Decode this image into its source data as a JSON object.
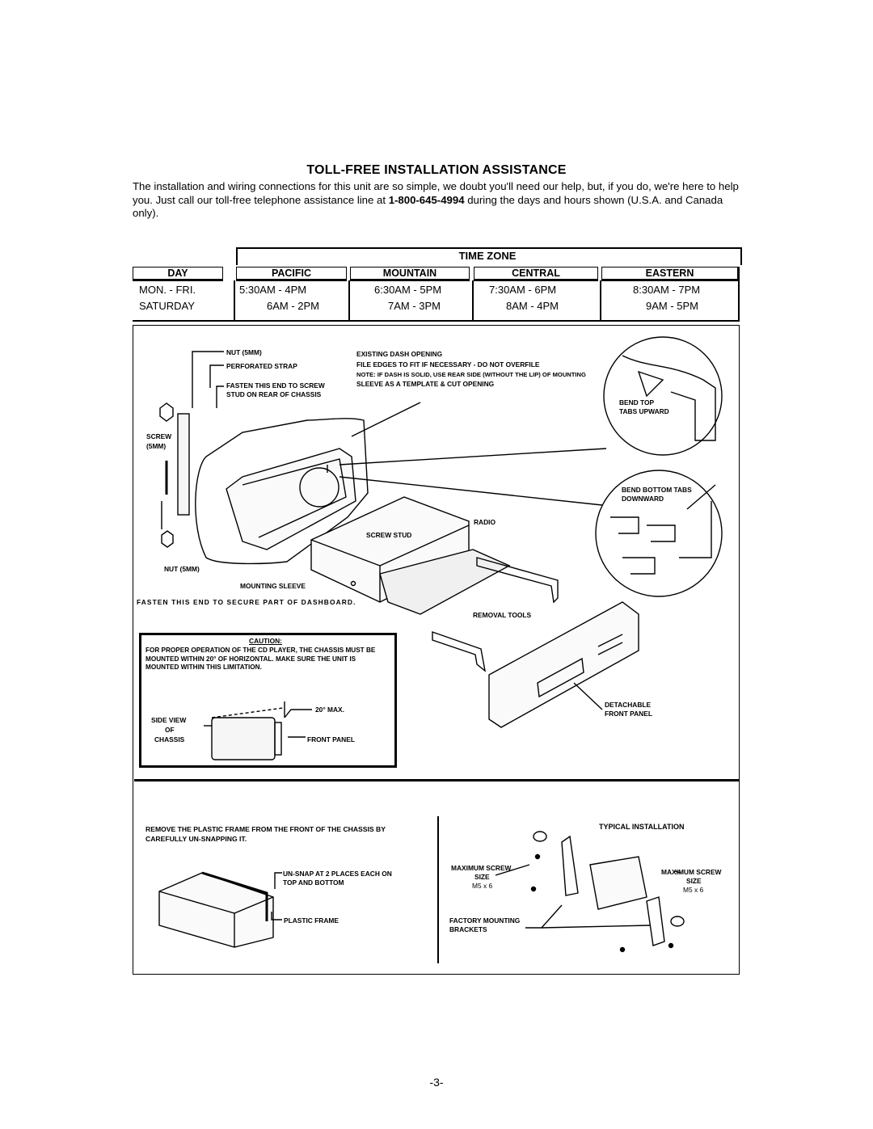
{
  "title": "TOLL-FREE INSTALLATION ASSISTANCE",
  "intro": {
    "part1": "The installation and wiring connections for this unit are so simple, we doubt you'll need our help, but, if you do, we're here to help you. Just call our toll-free telephone assistance line at ",
    "phone": "1-800-645-4994",
    "part2": " during the days and hours shown (U.S.A. and Canada only)."
  },
  "schedule": {
    "group_header": "TIME ZONE",
    "headers": [
      "DAY",
      "PACIFIC",
      "MOUNTAIN",
      "CENTRAL",
      "EASTERN"
    ],
    "rows": [
      [
        "MON. - FRI.",
        "5:30AM - 4PM",
        "6:30AM - 5PM",
        "7:30AM - 6PM",
        "8:30AM - 7PM"
      ],
      [
        "SATURDAY",
        "6AM - 2PM",
        "7AM - 3PM",
        "8AM - 4PM",
        "9AM - 5PM"
      ]
    ]
  },
  "diagram": {
    "labels": {
      "nut_top": "NUT (5MM)",
      "perforated_strap": "PERFORATED STRAP",
      "fasten_screw_1": "FASTEN THIS END TO SCREW",
      "fasten_screw_2": "STUD ON REAR OF CHASSIS",
      "existing_dash": "EXISTING DASH OPENING",
      "file_edges": "FILE EDGES TO FIT IF NECESSARY - DO NOT OVERFILE",
      "note_1": "NOTE: IF DASH IS SOLID, USE REAR SIDE (WITHOUT THE LIP) OF MOUNTING",
      "note_2": "SLEEVE AS A TEMPLATE & CUT OPENING",
      "bend_top_1": "BEND TOP",
      "bend_top_2": "TABS UPWARD",
      "screw_1": "SCREW",
      "screw_2": "(5MM)",
      "bend_bottom_1": "BEND BOTTOM TABS",
      "bend_bottom_2": "DOWNWARD",
      "radio": "RADIO",
      "screw_stud": "SCREW  STUD",
      "nut_bottom": "NUT (5MM)",
      "mounting_sleeve": "MOUNTING SLEEVE",
      "fasten_dashboard": "FASTEN THIS END TO SECURE PART OF DASHBOARD.",
      "removal_tools": "REMOVAL TOOLS",
      "detachable_1": "DETACHABLE",
      "detachable_2": "FRONT PANEL",
      "max_angle": "20° MAX.",
      "side_view_1": "SIDE VIEW",
      "side_view_2": "OF",
      "side_view_3": "CHASSIS",
      "front_panel": "FRONT PANEL"
    },
    "caution": {
      "title": "CAUTION:",
      "text": "FOR PROPER OPERATION OF THE CD PLAYER, THE CHASSIS MUST BE MOUNTED WITHIN 20° OF HORIZONTAL. MAKE SURE THE UNIT IS MOUNTED WITHIN THIS LIMITATION."
    }
  },
  "bottom": {
    "remove_text": "REMOVE THE PLASTIC FRAME FROM THE FRONT OF THE CHASSIS BY CAREFULLY UN-SNAPPING IT.",
    "unsnap_1": "UN-SNAP AT 2 PLACES EACH ON",
    "unsnap_2": "TOP AND BOTTOM",
    "plastic_frame": "PLASTIC FRAME",
    "typical_installation": "TYPICAL  INSTALLATION",
    "max_screw_left": [
      "MAXIMUM SCREW",
      "SIZE",
      "M5 x 6"
    ],
    "max_screw_right": [
      "MAXIMUM SCREW",
      "SIZE",
      "M5 x 6"
    ],
    "factory_1": "FACTORY MOUNTING",
    "factory_2": "BRACKETS"
  },
  "page_number": "-3-"
}
